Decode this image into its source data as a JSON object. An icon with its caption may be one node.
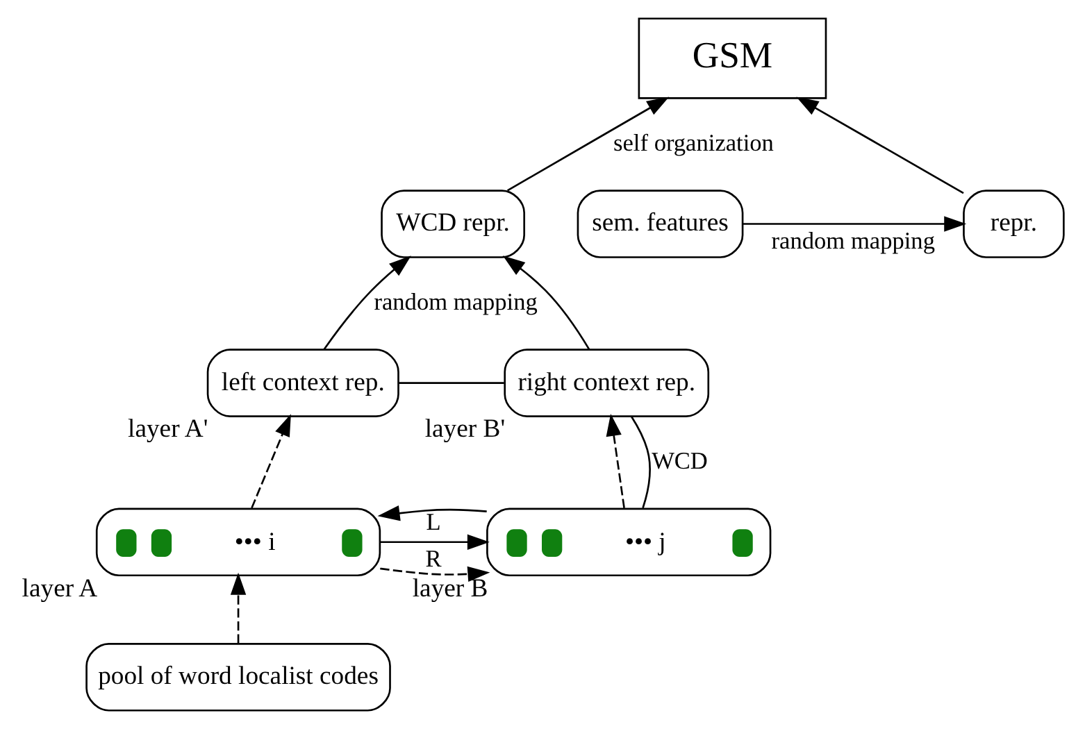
{
  "diagram": {
    "nodes": [
      {
        "text": [
          "GSM"
        ]
      },
      {
        "text": [
          "WCD repr."
        ]
      },
      {
        "text": [
          "repr."
        ]
      },
      {
        "text": [
          "sem. features"
        ]
      },
      {
        "text": [
          "left context rep."
        ],
        "beside": [
          "layer A'"
        ]
      },
      {
        "text": [
          "right context rep."
        ],
        "beside": [
          "layer B'"
        ]
      },
      {
        "text": [
          "••• i"
        ],
        "beside": [
          "layer A"
        ]
      },
      {
        "text": [
          "pool of word localist codes"
        ]
      },
      {
        "text": [
          "••• j"
        ],
        "beside": [
          "layer B"
        ]
      }
    ],
    "edges": [
      {
        "from": 1,
        "to": 0,
        "arrow": "to",
        "label": "self organization"
      },
      {
        "from": 2,
        "to": 0,
        "arrow": "to"
      },
      {
        "from": 3,
        "to": 2,
        "arrow": "to",
        "label": "random mapping"
      },
      {
        "from": 4,
        "to": 1,
        "arrow": "to",
        "label": "random mapping"
      },
      {
        "from": 5,
        "to": 1,
        "arrow": "to"
      },
      {
        "from": 4,
        "to": 5,
        "arrow": "none"
      },
      {
        "from": 6,
        "to": 4,
        "arrow": "to",
        "style": "dashed"
      },
      {
        "from": 8,
        "to": 5,
        "arrow": "to",
        "style": "dashed"
      },
      {
        "from": 6,
        "to": 8,
        "arrow": "to",
        "style": "dashed"
      },
      {
        "from": 6,
        "to": 8,
        "arrow": "to",
        "label": "R"
      },
      {
        "from": 8,
        "to": 6,
        "arrow": "to",
        "label": "L"
      },
      {
        "from": 7,
        "to": 6,
        "arrow": "to",
        "style": "dashed"
      },
      {
        "from": 5,
        "to": 8,
        "arrow": "none",
        "label": "WCD"
      }
    ]
  }
}
